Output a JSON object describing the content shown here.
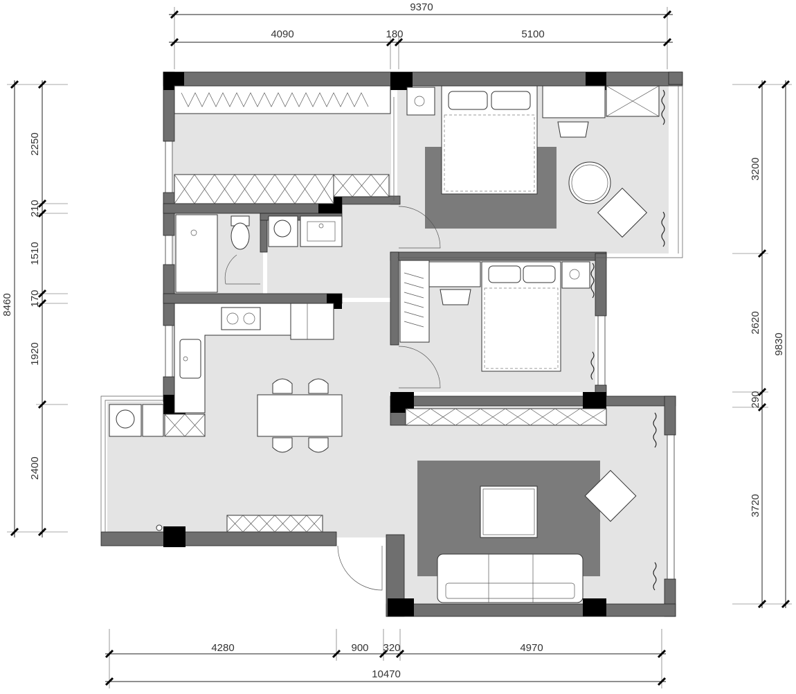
{
  "dimensions": {
    "top_total": "9370",
    "top_left": "4090",
    "top_mid": "180",
    "top_right": "5100",
    "bottom_left": "4280",
    "bottom_door": "900",
    "bottom_mid": "320",
    "bottom_right": "4970",
    "bottom_total": "10470",
    "left_total": "8460",
    "left_1": "2250",
    "left_2": "210",
    "left_3": "1510",
    "left_4": "170",
    "left_5": "1920",
    "left_6": "2400",
    "right_total": "9830",
    "right_1": "3200",
    "right_2": "2620",
    "right_3": "290",
    "right_4": "3720"
  },
  "colors": {
    "wall": "#6f6f6f",
    "column": "#000000",
    "floor": "#e4e4e4",
    "rug": "#7b7b7b",
    "furniture": "#ffffff"
  }
}
